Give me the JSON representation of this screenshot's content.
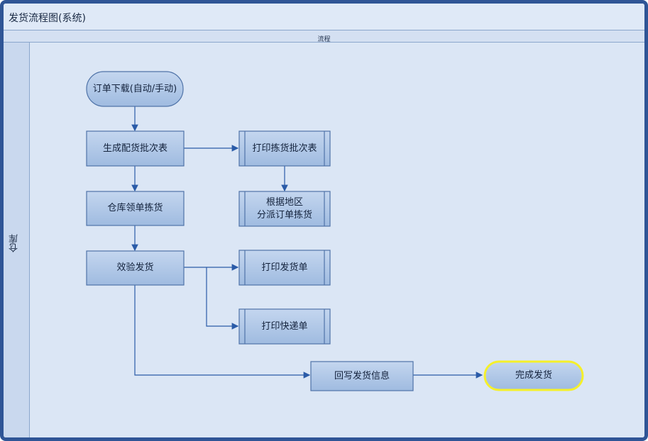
{
  "window": {
    "title": "发货流程图(系统)"
  },
  "phase": {
    "label": "流程"
  },
  "lane": {
    "label": "仓库"
  },
  "nodes": {
    "start": "订单下载(自动/手动)",
    "gen_batch": "生成配货批次表",
    "print_pick": "打印拣货批次表",
    "warehouse_pick": "仓库领单拣货",
    "region_pick_1": "根据地区",
    "region_pick_2": "分派订单拣货",
    "verify": "效验发货",
    "print_invoice": "打印发货单",
    "print_express": "打印快递单",
    "writeback": "回写发货信息",
    "finish": "完成发货"
  },
  "colors": {
    "frame": "#2f5596",
    "node_fill": "#a9c2e4",
    "node_stroke": "#4f73a8",
    "arrow": "#2a5ba8",
    "highlight": "#f5f02a"
  }
}
